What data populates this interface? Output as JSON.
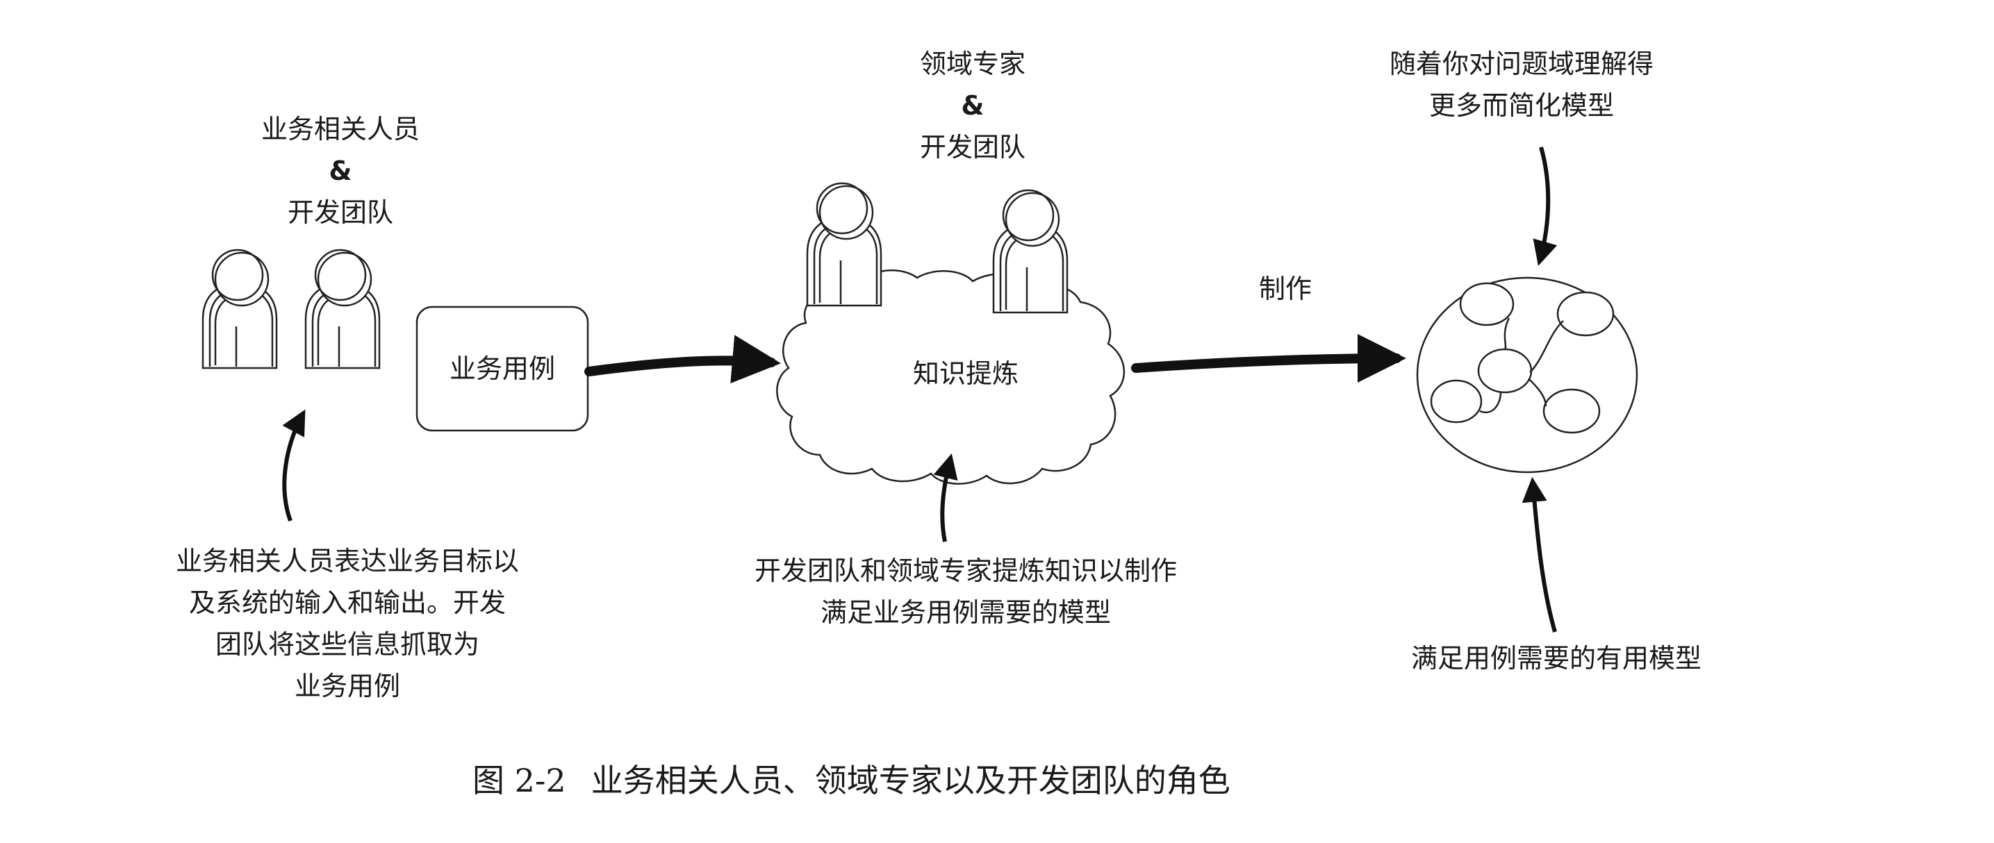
{
  "left_group": {
    "title_line1": "业务相关人员",
    "title_amp": "&",
    "title_line2": "开发团队",
    "use_case_box": "业务用例",
    "note_lines": [
      "业务相关人员表达业务目标以",
      "及系统的输入和输出。开发",
      "团队将这些信息抓取为",
      "业务用例"
    ]
  },
  "middle_group": {
    "title_line1": "领域专家",
    "title_amp": "&",
    "title_line2": "开发团队",
    "cloud_label": "知识提炼",
    "note_lines": [
      "开发团队和领域专家提炼知识以制作",
      "满足业务用例需要的模型"
    ]
  },
  "arrow_label": "制作",
  "right_group": {
    "top_note_lines": [
      "随着你对问题域理解得",
      "更多而简化模型"
    ],
    "bottom_note": "满足用例需要的有用模型"
  },
  "caption": {
    "figure_no": "图 2-2",
    "text": "业务相关人员、领域专家以及开发团队的角色"
  }
}
